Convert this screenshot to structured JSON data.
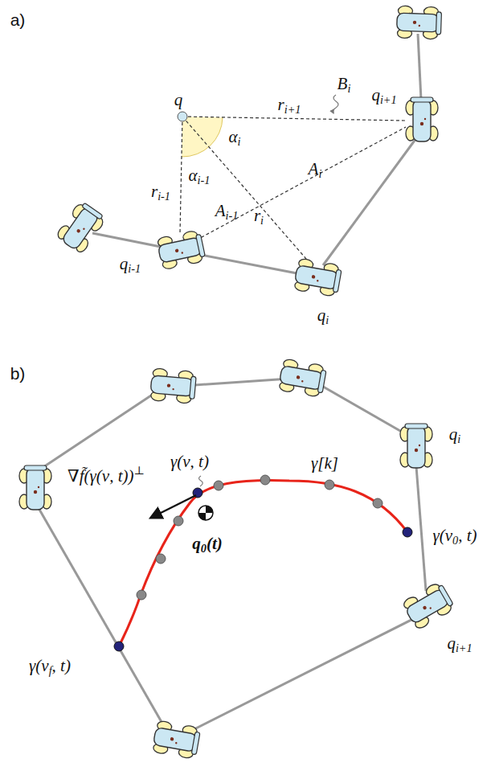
{
  "diagram": {
    "labels": [
      "a)",
      "q",
      "ri+1",
      "Bi",
      "αi",
      "ri-1",
      "αi-1",
      "Ai",
      "Ai-1",
      "ri",
      "qi-1",
      "qi",
      "qi+1",
      "b)",
      "qi",
      "γ[k]",
      "γ(ν, t)",
      "∇f̃(γ(ν, t))⊥",
      "γ(ν0, t)",
      "q0(t)",
      "γ(νf, t)",
      "qi+1"
    ]
  }
}
